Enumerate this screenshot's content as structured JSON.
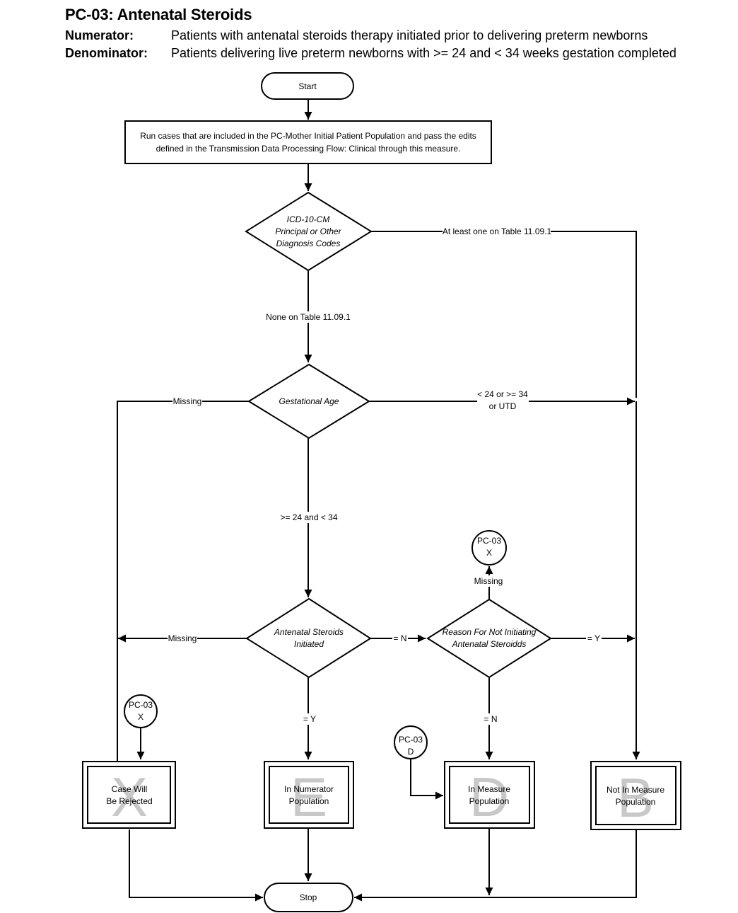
{
  "header": {
    "title": "PC-03:  Antenatal Steroids",
    "numerator_label": "Numerator:",
    "numerator_text": "Patients with antenatal steroids therapy initiated prior to delivering  preterm newborns",
    "denominator_label": "Denominator:",
    "denominator_text": "Patients delivering live preterm newborns with >= 24 and < 34 weeks gestation completed"
  },
  "flow": {
    "start": "Start",
    "stop": "Stop",
    "process_line1": "Run cases that are included in the PC-Mother Initial Patient Population and pass the edits",
    "process_line2": "defined in the Transmission Data Processing Flow: Clinical through this measure.",
    "dx_decision": [
      "ICD-10-CM",
      "Principal or Other",
      "Diagnosis Codes"
    ],
    "dx_yes_label": "At least one on Table 11.09.1",
    "dx_no_label": "None on Table 11.09.1",
    "ga_decision": "Gestational Age",
    "ga_missing_label": "Missing",
    "ga_out_label": [
      "< 24 or >= 34",
      "or UTD"
    ],
    "ga_in_label": ">= 24 and < 34",
    "ster_decision": [
      "Antenatal Steroids",
      "Initiated"
    ],
    "ster_missing_label": "Missing",
    "ster_n_label": "= N",
    "ster_y_label": "= Y",
    "reason_decision": [
      "Reason For Not Initiating",
      "Antenatal Steroidds"
    ],
    "reason_missing_label": "Missing",
    "reason_y_label": "= Y",
    "reason_n_label": "= N",
    "connector_x_top": [
      "PC-03",
      "X"
    ],
    "connector_x_left": [
      "PC-03",
      "X"
    ],
    "connector_d": [
      "PC-03",
      "D"
    ],
    "outcome_x": {
      "letter": "X",
      "lines": [
        "Case Will",
        "Be Rejected"
      ]
    },
    "outcome_e": {
      "letter": "E",
      "lines": [
        "In Numerator",
        "Population"
      ]
    },
    "outcome_d": {
      "letter": "D",
      "lines": [
        "In Measure",
        "Population"
      ]
    },
    "outcome_b": {
      "letter": "B",
      "lines": [
        "Not In Measure",
        "Population"
      ]
    }
  }
}
